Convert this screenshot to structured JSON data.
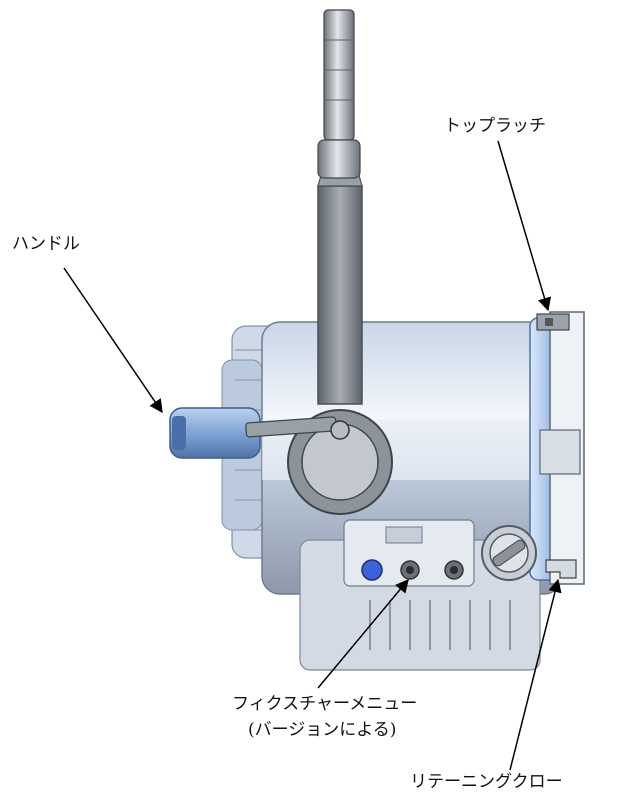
{
  "labels": {
    "top_latch": "トップラッチ",
    "handle": "ハンドル",
    "fixture_menu": "フィクスチャーメニュー",
    "fixture_menu_note": "(バージョンによる)",
    "retaining_claw": "リテーニングクロー"
  },
  "colors": {
    "body_light": "#dfe6f0",
    "body_mid": "#b8c4d4",
    "body_dark": "#7f8a99",
    "accent_blue": "#6f9bd8",
    "yoke": "#8a8f97",
    "arrow": "#000000"
  }
}
